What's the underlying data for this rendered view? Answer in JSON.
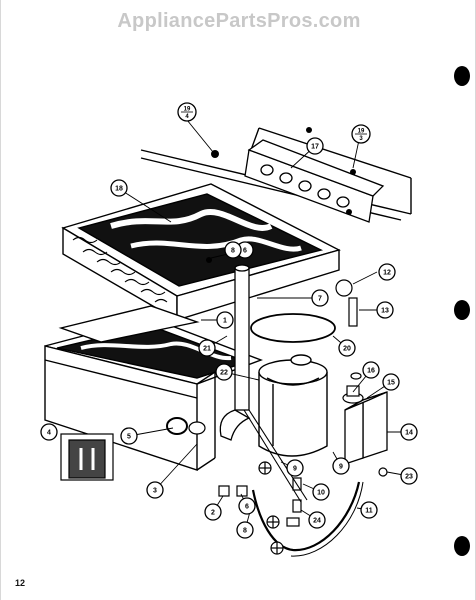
{
  "watermark": "AppliancePartsPros.com",
  "page_number": "12",
  "callouts": [
    {
      "label": "1"
    },
    {
      "label": "2"
    },
    {
      "label": "3"
    },
    {
      "label": "4"
    },
    {
      "label": "5"
    },
    {
      "label": "6"
    },
    {
      "label": "7"
    },
    {
      "label": "8"
    },
    {
      "label": "9"
    },
    {
      "label": "10"
    },
    {
      "label": "11"
    },
    {
      "label": "12"
    },
    {
      "label": "13"
    },
    {
      "label": "14"
    },
    {
      "label": "15"
    },
    {
      "label": "16"
    },
    {
      "label": "17"
    },
    {
      "label": "18"
    },
    {
      "label": "20"
    },
    {
      "label": "21"
    },
    {
      "label": "22"
    },
    {
      "label": "23"
    },
    {
      "label": "24"
    },
    {
      "label": "9"
    },
    {
      "label": "6"
    },
    {
      "label": "8"
    }
  ],
  "fraction_callouts": [
    {
      "top": "19",
      "bottom": "4"
    },
    {
      "top": "19",
      "bottom": "3"
    }
  ]
}
